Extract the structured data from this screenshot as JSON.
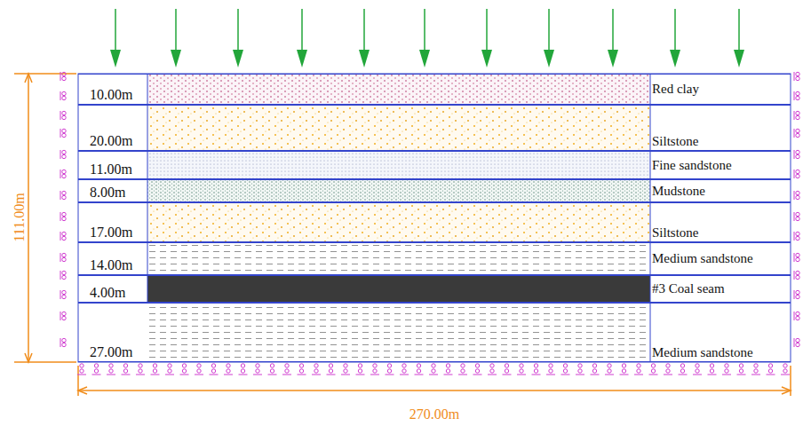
{
  "diagram": {
    "nodes": [
      {
        "text": [
          "10.00m",
          "Red clay"
        ]
      },
      {
        "text": [
          "20.00m",
          "Siltstone"
        ]
      },
      {
        "text": [
          "11.00m",
          "Fine sandstone"
        ]
      },
      {
        "text": [
          "8.00m",
          "Mudstone"
        ]
      },
      {
        "text": [
          "17.00m",
          "Siltstone"
        ]
      },
      {
        "text": [
          "14.00m",
          "Medium sandstone"
        ]
      },
      {
        "text": [
          "4.00m",
          "#3 Coal seam"
        ]
      },
      {
        "text": [
          "27.00m",
          "Medium sandstone"
        ]
      }
    ],
    "labels": [
      "111.00m",
      "270.00m"
    ]
  }
}
